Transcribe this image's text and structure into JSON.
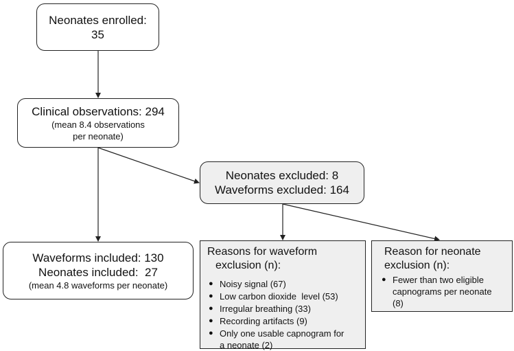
{
  "enrolled": {
    "line1": "Neonates enrolled:",
    "line2": "35"
  },
  "clinical": {
    "line1": "Clinical observations: 294",
    "line2": "(mean 8.4 observations",
    "line3": "per neonate)"
  },
  "excluded": {
    "line1": "Neonates excluded: 8",
    "line2": "Waveforms excluded: 164"
  },
  "included": {
    "line1": "Waveforms included: 130",
    "line2": "Neonates included:  27",
    "line3": "(mean 4.8 waveforms per neonate)"
  },
  "waveform_reasons": {
    "title_line1": "Reasons for waveform",
    "title_line2": "exclusion (n):",
    "items": [
      [
        "Noisy signal (67)"
      ],
      [
        "Low carbon dioxide  level (53)"
      ],
      [
        "Irregular breathing (33)"
      ],
      [
        "Recording artifacts (9)"
      ],
      [
        "Only one usable capnogram for",
        "a neonate (2)"
      ]
    ]
  },
  "neonate_reasons": {
    "title_line1": "Reason for neonate",
    "title_line2": "exclusion (n):",
    "items": [
      [
        "Fewer than two eligible",
        "capnograms per neonate",
        "(8)"
      ]
    ]
  }
}
